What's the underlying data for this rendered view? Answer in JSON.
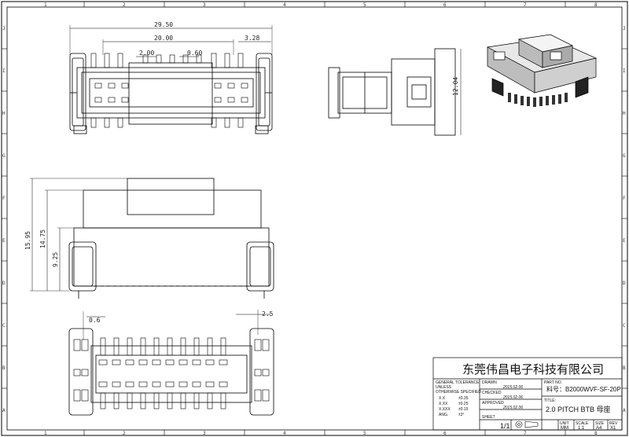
{
  "border": {
    "columns": [
      "1",
      "2",
      "3",
      "4",
      "5",
      "6",
      "7",
      "8"
    ],
    "rows": [
      "J",
      "I",
      "H",
      "G",
      "F",
      "E",
      "D",
      "C",
      "B",
      "A"
    ]
  },
  "dimensions": {
    "top_total": "29.50",
    "top_inner": "20.00",
    "top_side": "3.28",
    "top_pitch": "2.00",
    "top_gap": "0.60",
    "side_height": "12.04",
    "front_h1": "15.95",
    "front_h2": "14.75",
    "front_h3": "9.25",
    "bottom_left": "0.6",
    "bottom_right": "2.5"
  },
  "title_block": {
    "company": "东莞伟昌电子科技有限公司",
    "tolerance_title": "GENERAL TOLERANCE",
    "tolerance_unless": "UNLESS",
    "tolerance_otherwise": "OTHERWISE SPECIFIED",
    "tolerances": [
      {
        "label": "X.X",
        "value": "±0.35"
      },
      {
        "label": "X.XX",
        "value": "±0.25"
      },
      {
        "label": "X.XXX",
        "value": "±0.15"
      },
      {
        "label": "ANG.",
        "value": "±3°"
      }
    ],
    "drawn_label": "DRAWN",
    "drawn_date": "2015.02.06",
    "checked_label": "CHECKED",
    "checked_date": "2015.02.06",
    "approved_label": "APPROVED",
    "approved_date": "2015.02.06",
    "part_no_label": "PART NO.",
    "part_no": "料号：B2000WVF-SF-20P",
    "title_label": "TITLE:",
    "title": "2.0 PITCH BTB 母座",
    "sheet_label": "SHEET",
    "sheet": "1/1",
    "unit_label": "UNIT",
    "unit": "MM",
    "scale_label": "SCALE",
    "scale": "1:1",
    "size_label": "SIZE",
    "size": "A4",
    "rev_label": "REV",
    "rev": "X1"
  }
}
